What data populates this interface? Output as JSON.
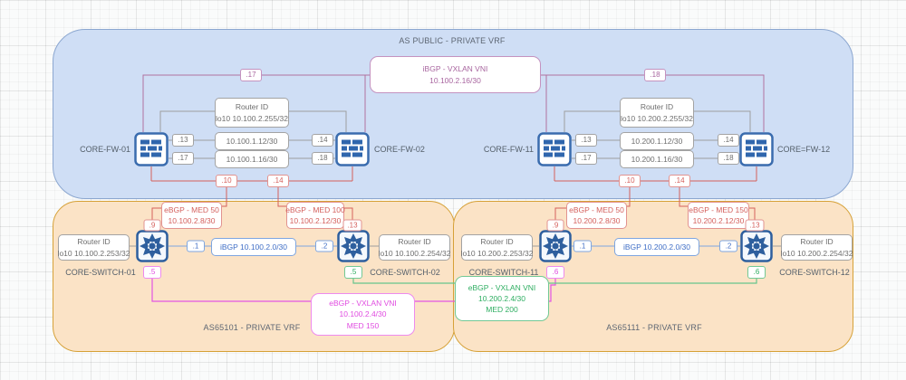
{
  "colors": {
    "blue_region_fill": "#cfdef5",
    "blue_region_border": "#8ca7d0",
    "orange_region_fill": "#fbe3c6",
    "orange_region_border": "#d6a137",
    "gray_line": "#9e9e9e",
    "red": "#d4605c",
    "mauve": "#ab689f",
    "blue_link": "#7ea6e0",
    "blue_text": "#3f6ec6",
    "magenta": "#e355e3",
    "green": "#67c58d",
    "device_blue": "#2e5f9e"
  },
  "regions": {
    "public_vrf": {
      "title": "AS PUBLIC - PRIVATE VRF"
    },
    "as65101": {
      "title": "AS65101 - PRIVATE VRF"
    },
    "as65111": {
      "title": "AS65111 - PRIVATE VRF"
    }
  },
  "devices": {
    "fw01": "CORE-FW-01",
    "fw02": "CORE-FW-02",
    "fw11": "CORE-FW-11",
    "fw12": "CORE=FW-12",
    "sw01": "CORE-SWITCH-01",
    "sw02": "CORE-SWITCH-02",
    "sw11": "CORE-SWITCH-11",
    "sw12": "CORE-SWITCH-12"
  },
  "router_ids": {
    "fw_dc1": {
      "title": "Router ID",
      "lo": "lo10 10.100.2.255/32"
    },
    "fw_dc2": {
      "title": "Router ID",
      "lo": "lo10 10.200.2.255/32"
    },
    "sw01": {
      "title": "Router ID",
      "lo": "lo10 10.100.2.253/32"
    },
    "sw02": {
      "title": "Router ID",
      "lo": "lo10 10.100.2.254/32"
    },
    "sw11": {
      "title": "Router ID",
      "lo": "lo10 10.200.2.253/32"
    },
    "sw12": {
      "title": "Router ID",
      "lo": "lo10 10.200.2.254/32"
    }
  },
  "fw_links": {
    "dc1_a": {
      "subnet": "10.100.1.12/30",
      "a": ".13",
      "b": ".14"
    },
    "dc1_b": {
      "subnet": "10.100.1.16/30",
      "a": ".17",
      "b": ".18"
    },
    "dc2_a": {
      "subnet": "10.200.1.12/30",
      "a": ".13",
      "b": ".14"
    },
    "dc2_b": {
      "subnet": "10.200.1.16/30",
      "a": ".17",
      "b": ".18"
    }
  },
  "vxlan_top": {
    "title": "iBGP - VXLAN VNI",
    "subnet": "10.100.2.16/30",
    "a": ".17",
    "b": ".18"
  },
  "ebgp": {
    "dc1_sw1": {
      "title": "eBGP - MED 50",
      "subnet": "10.100.2.8/30",
      "fw": ".10",
      "sw": ".9"
    },
    "dc1_sw2": {
      "title": "eBGP - MED 100",
      "subnet": "10.100.2.12/30",
      "fw": ".14",
      "sw": ".13"
    },
    "dc2_sw1": {
      "title": "eBGP - MED 50",
      "subnet": "10.200.2.8/30",
      "fw": ".10",
      "sw": ".9"
    },
    "dc2_sw2": {
      "title": "eBGP - MED 150",
      "subnet": "10.200.2.12/30",
      "fw": ".14",
      "sw": ".13"
    }
  },
  "ibgp": {
    "dc1": {
      "label": "iBGP 10.100.2.0/30",
      "a": ".1",
      "b": ".2"
    },
    "dc2": {
      "label": "iBGP 10.200.2.0/30",
      "a": ".1",
      "b": ".2"
    }
  },
  "vxlan_sw": {
    "magenta": {
      "title": "eBGP - VXLAN VNI",
      "subnet": "10.100.2.4/30",
      "med": "MED 150",
      "a": ".5",
      "b": ".6"
    },
    "green": {
      "title": "eBGP - VXLAN VNI",
      "subnet": "10.200.2.4/30",
      "med": "MED 200",
      "a": ".5",
      "b": ".6"
    }
  }
}
